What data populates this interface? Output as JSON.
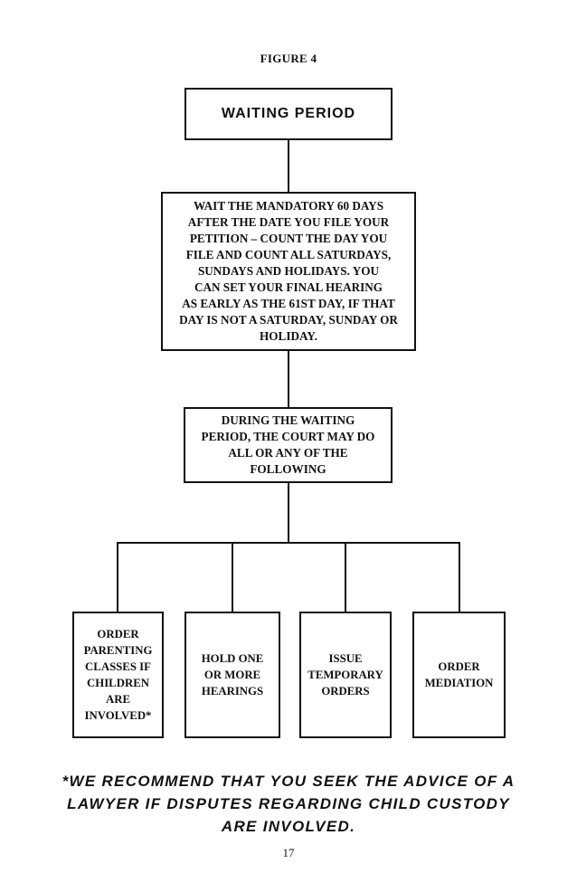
{
  "figure_label": "FIGURE 4",
  "boxes": {
    "title": "WAITING PERIOD",
    "wait": "WAIT THE MANDATORY 60 DAYS\nAFTER THE DATE YOU FILE YOUR\nPETITION – COUNT THE DAY YOU\nFILE AND COUNT ALL SATURDAYS,\nSUNDAYS AND HOLIDAYS. YOU\nCAN SET YOUR FINAL HEARING\nAS EARLY AS THE 61ST DAY, IF THAT\nDAY IS NOT A SATURDAY, SUNDAY OR\nHOLIDAY.",
    "during": "DURING THE WAITING\nPERIOD, THE COURT MAY DO\nALL OR ANY OF THE\nFOLLOWING",
    "options": [
      "ORDER\nPARENTING\nCLASSES IF\nCHILDREN\nARE\nINVOLVED*",
      "HOLD ONE\nOR MORE\nHEARINGS",
      "ISSUE\nTEMPORARY\nORDERS",
      "ORDER\nMEDIATION"
    ]
  },
  "footnote": "*WE RECOMMEND THAT YOU SEEK THE ADVICE OF A\nLAWYER IF DISPUTES REGARDING CHILD CUSTODY\nARE INVOLVED.",
  "page_number": "17"
}
